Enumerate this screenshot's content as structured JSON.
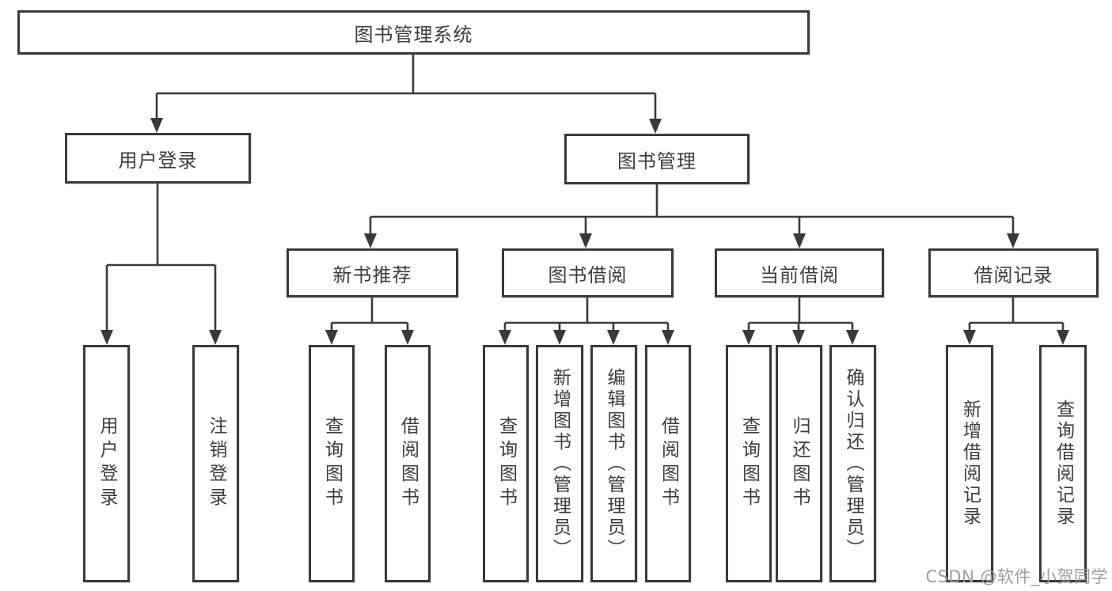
{
  "diagram": {
    "title": "图书管理系统",
    "colors": {
      "line": "#3a3a3a",
      "border": "#3a3a3a",
      "text": "#3d3d3d",
      "background": "#ffffff",
      "watermark": "#9e9e9e"
    },
    "nodes": {
      "root": "图书管理系统",
      "user_login": "用户登录",
      "book_management": "图书管理",
      "new_book_recommendation": "新书推荐",
      "book_borrowing": "图书借阅",
      "current_borrowing": "当前借阅",
      "borrowing_records": "借阅记录",
      "leaves": [
        "用户登录",
        "注销登录",
        "查询图书",
        "借阅图书",
        "查询图书",
        "新增图书（管理员）",
        "编辑图书（管理员）",
        "借阅图书",
        "查询图书",
        "归还图书",
        "确认归还（管理员）",
        "新增借阅记录",
        "查询借阅记录"
      ]
    }
  },
  "watermark": {
    "text": "CSDN @软件_小贺同学"
  }
}
